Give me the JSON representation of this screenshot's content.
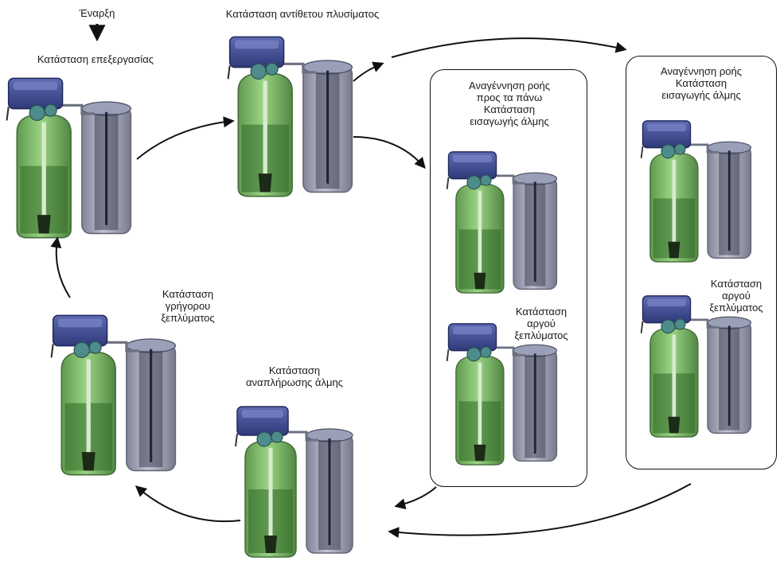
{
  "start": {
    "label": "Έναρξη"
  },
  "states": {
    "service": {
      "title": "Κατάσταση επεξεργασίας"
    },
    "backwash": {
      "title": "Κατάσταση αντίθετου πλυσίματος"
    },
    "upflow_box": {
      "title_lines": [
        "Αναγέννηση ροής",
        "προς τα πάνω",
        "Κατάσταση",
        "εισαγωγής άλμης"
      ],
      "slow_rinse_lines": [
        "Κατάσταση",
        "αργού",
        "ξεπλύματος"
      ]
    },
    "regen_box": {
      "title_lines": [
        "Αναγέννηση ροής",
        "Κατάσταση",
        "εισαγωγής άλμης"
      ],
      "slow_rinse_lines": [
        "Κατάσταση",
        "αργού",
        "ξεπλύματος"
      ]
    },
    "brine_refill": {
      "title_lines": [
        "Κατάσταση",
        "αναπλήρωσης άλμης"
      ]
    },
    "fast_rinse": {
      "title_lines": [
        "Κατάσταση",
        "γρήγορου",
        "ξεπλύματος"
      ]
    }
  },
  "colors": {
    "mineral_tank": "#5fa14a",
    "mineral_tank_dark": "#2f6a26",
    "brine_tank": "#7b7f95",
    "control_valve": "#3d4a8a",
    "arrow": "#111111"
  },
  "icons": {
    "softener": "water-softener-unit",
    "arrow": "curved-arrow",
    "start_arrow": "down-arrow"
  }
}
